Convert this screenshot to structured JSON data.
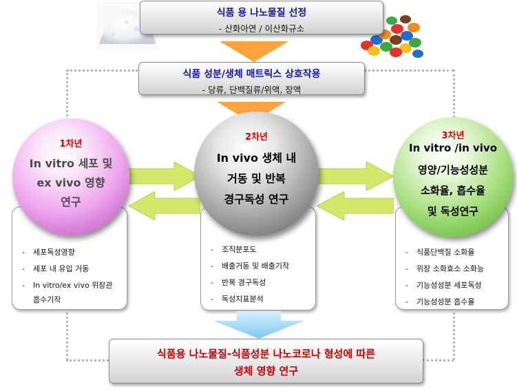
{
  "top_box": {
    "title": "식품 용 나노물질 선정",
    "subtitle": "- 산화아연 / 이산화규소"
  },
  "mid_box": {
    "title": "식품 성분/생체 매트릭스 상호작용",
    "subtitle": "- 당류, 단백질류/위액, 장액"
  },
  "year1": {
    "year": "1차년",
    "lines": [
      "In vitro 세포 및",
      "ex vivo 영향",
      "연구"
    ],
    "bullets": [
      "세포독성영향",
      "세포 내 유입 거동",
      "In vitro/ex vivo 위장관",
      "흡수기작"
    ]
  },
  "year2": {
    "year": "2차년",
    "lines": [
      "In vivo 생체 내",
      "거동 및 반복",
      "경구독성 연구"
    ],
    "bullets": [
      "조직분포도",
      "배출거동 및 배출기작",
      "반복 경구독성",
      "독성지표분석"
    ]
  },
  "year3": {
    "year": "3차년",
    "lines": [
      "In vitro /in vivo",
      "영양/기능성성분",
      "소화율, 흡수율",
      "및 독성연구"
    ],
    "bullets": [
      "식품단백질 소화율",
      "위장 소화효소 소화능",
      "기능성성분 세포독성",
      "기능성성분 흡수율"
    ]
  },
  "bottom_box": {
    "line1": "식품용 나노물질-식품성분 나노코로나 형성에 따른",
    "line2": "생체 영향 연구"
  },
  "bullet_dash": "-",
  "colors": {
    "heading_blue": "#1414b4",
    "year_red": "#e00000",
    "bottom_red": "#c80000",
    "arrow_orange": "#ffa43c",
    "arrow_green": "#d2e86a",
    "arrow_blue": "#8fd4f5"
  }
}
